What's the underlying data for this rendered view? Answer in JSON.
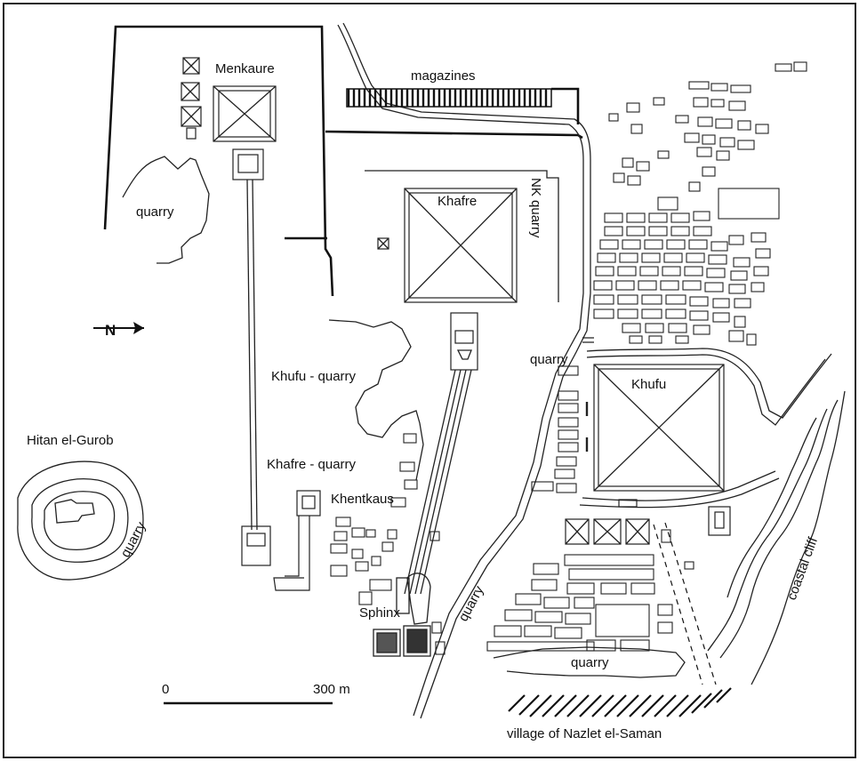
{
  "labels": {
    "menkaure": "Menkaure",
    "magazines": "magazines",
    "khafre": "Khafre",
    "nk_quarry": "NK quarry",
    "quarry_west": "quarry",
    "khufu_quarry": "Khufu - quarry",
    "quarry_khufu": "quarry",
    "khufu": "Khufu",
    "hitan": "Hitan el-Gurob",
    "khafre_quarry": "Khafre - quarry",
    "khentkaus": "Khentkaus",
    "quarry_hitan": "quarry",
    "sphinx": "Sphinx",
    "quarry_road": "quarry",
    "quarry_south": "quarry",
    "coastal_cliff": "coastal cliff",
    "village": "village of Nazlet el-Saman",
    "north": "N"
  },
  "scale_bar": {
    "start": "0",
    "end": "300 m"
  },
  "colors": {
    "ink": "#111111",
    "background": "#ffffff"
  }
}
